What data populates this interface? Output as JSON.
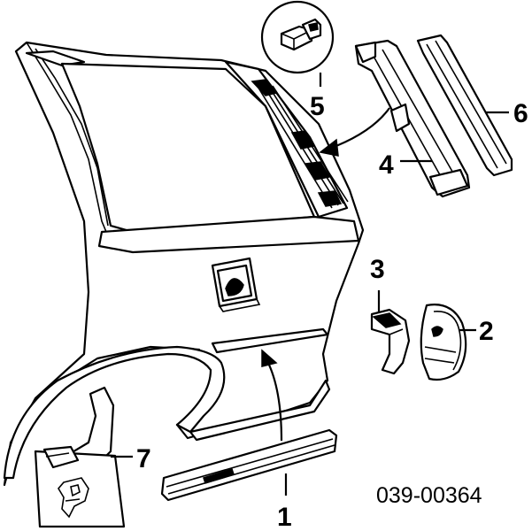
{
  "diagram": {
    "callouts": [
      {
        "number": "1",
        "part": "rocker-moulding"
      },
      {
        "number": "2",
        "part": "tail-lamp-bracket"
      },
      {
        "number": "3",
        "part": "hinge-bracket"
      },
      {
        "number": "4",
        "part": "window-channel-strip"
      },
      {
        "number": "5",
        "part": "retaining-clip"
      },
      {
        "number": "6",
        "part": "window-seal-strip"
      },
      {
        "number": "7",
        "part": "mud-flap"
      }
    ],
    "catalog_number": "039-00364"
  }
}
